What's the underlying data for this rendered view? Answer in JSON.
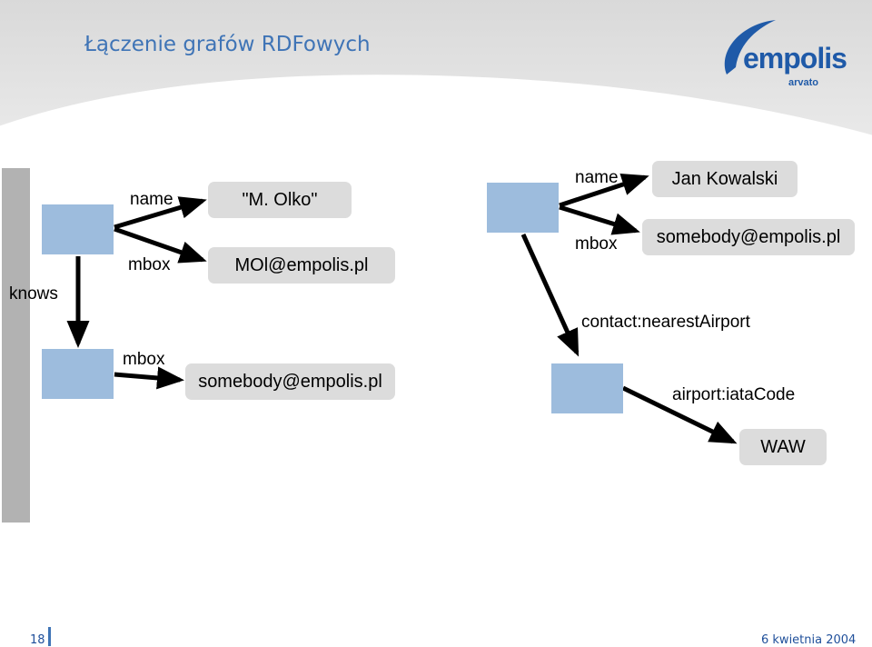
{
  "slide": {
    "title": "Łączenie grafów RDFowych",
    "page_number": "18",
    "date": "6 kwietnia 2004"
  },
  "logo": {
    "word": "empolis",
    "sub": "arvato",
    "color": "#1f5aa8"
  },
  "left_graph": {
    "edge_name": "name",
    "edge_mbox1": "mbox",
    "edge_knows": "knows",
    "edge_mbox2": "mbox",
    "literal_name": "\"M. Olko\"",
    "literal_mbox1": "MOl@empolis.pl",
    "literal_mbox2": "somebody@empolis.pl"
  },
  "right_graph": {
    "edge_name": "name",
    "edge_mbox": "mbox",
    "edge_airport": "contact:nearestAirport",
    "edge_iata": "airport:iataCode",
    "literal_name": "Jan Kowalski",
    "literal_mbox": "somebody@empolis.pl",
    "literal_iata": "WAW"
  },
  "colors": {
    "node_fill": "#9dbcdd",
    "literal_fill": "#dcdcdc",
    "title": "#3f74b6"
  }
}
